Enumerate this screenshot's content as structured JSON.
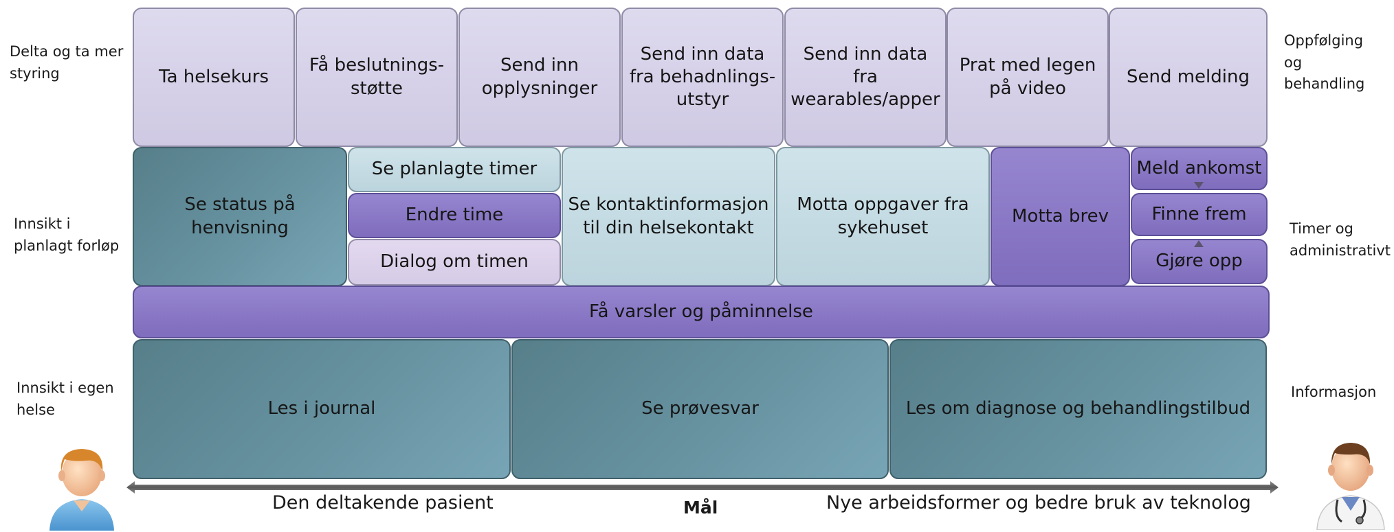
{
  "left_labels": {
    "top": "Delta og ta mer styring",
    "middle": "Innsikt i planlagt forløp",
    "bottom": "Innsikt i egen helse"
  },
  "right_labels": {
    "top": "Oppfølging og behandling",
    "middle": "Timer og administrativt",
    "bottom": "Informasjon"
  },
  "row1": [
    "Ta helsekurs",
    "Få beslutnings-støtte",
    "Send inn opplysninger",
    "Send inn data fra behadnlings-utstyr",
    "Send inn data fra wearables/apper",
    "Prat med legen på video",
    "Send melding"
  ],
  "row2": {
    "status": "Se status på henvisning",
    "planned": "Se planlagte timer",
    "change": "Endre time",
    "dialog": "Dialog om timen",
    "contact": "Se kontaktinformasjon til din helsekontakt",
    "tasks": "Motta oppgaver fra sykehuset",
    "letter": "Motta brev",
    "arrival": "Meld ankomst",
    "find": "Finne frem",
    "settle": "Gjøre opp"
  },
  "row3": {
    "alerts": "Få varsler og påminnelse"
  },
  "row4": [
    "Les i journal",
    "Se prøvesvar",
    "Les om diagnose og behandlingstilbud"
  ],
  "bottom": {
    "left": "Den deltakende pasient",
    "goal": "Mål",
    "right": "Nye arbeidsformer og bedre bruk av teknolog"
  },
  "colors": {
    "lavender": "#d6d1e8",
    "purple": "#8a78c6",
    "lightblue": "#c6dbe3",
    "teal": "#6592a0",
    "axis": "#6b6b6b"
  },
  "icons": {
    "left": "patient-icon",
    "right": "doctor-icon"
  }
}
